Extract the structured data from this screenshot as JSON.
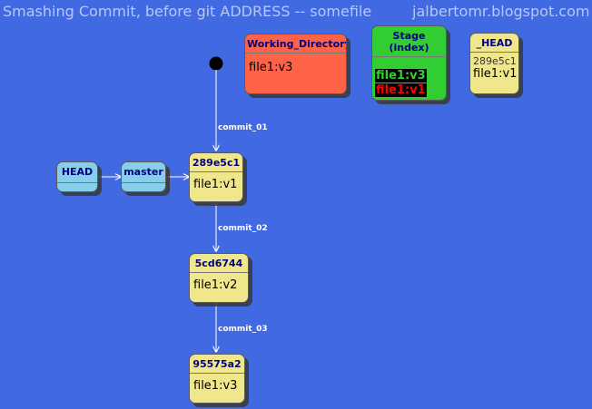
{
  "header": {
    "title": "Smashing Commit, before git ADDRESS -- somefile",
    "credit": "jalbertomr.blogspot.com"
  },
  "working_directory": {
    "label": "Working_Directory",
    "content": "file1:v3"
  },
  "stage": {
    "label": "Stage (index)",
    "lines": [
      "file1:v3",
      "file1:v1"
    ]
  },
  "orig_head": {
    "label": "_HEAD",
    "hash": "289e5c1",
    "content": "file1:v1"
  },
  "refs": {
    "head": "HEAD",
    "master": "master"
  },
  "commits": [
    {
      "hash": "289e5c1",
      "content": "file1:v1"
    },
    {
      "hash": "5cd6744",
      "content": "file1:v2"
    },
    {
      "hash": "95575a2",
      "content": "file1:v3"
    }
  ],
  "edges": {
    "labels": [
      "commit_01",
      "commit_02",
      "commit_03"
    ]
  },
  "colors": {
    "background": "#4169e1",
    "commit": "#f0e68c",
    "ref": "#87ceeb",
    "working_directory": "#ff6347",
    "stage": "#32cd32",
    "stage_conflict_text": "#ff0000"
  }
}
